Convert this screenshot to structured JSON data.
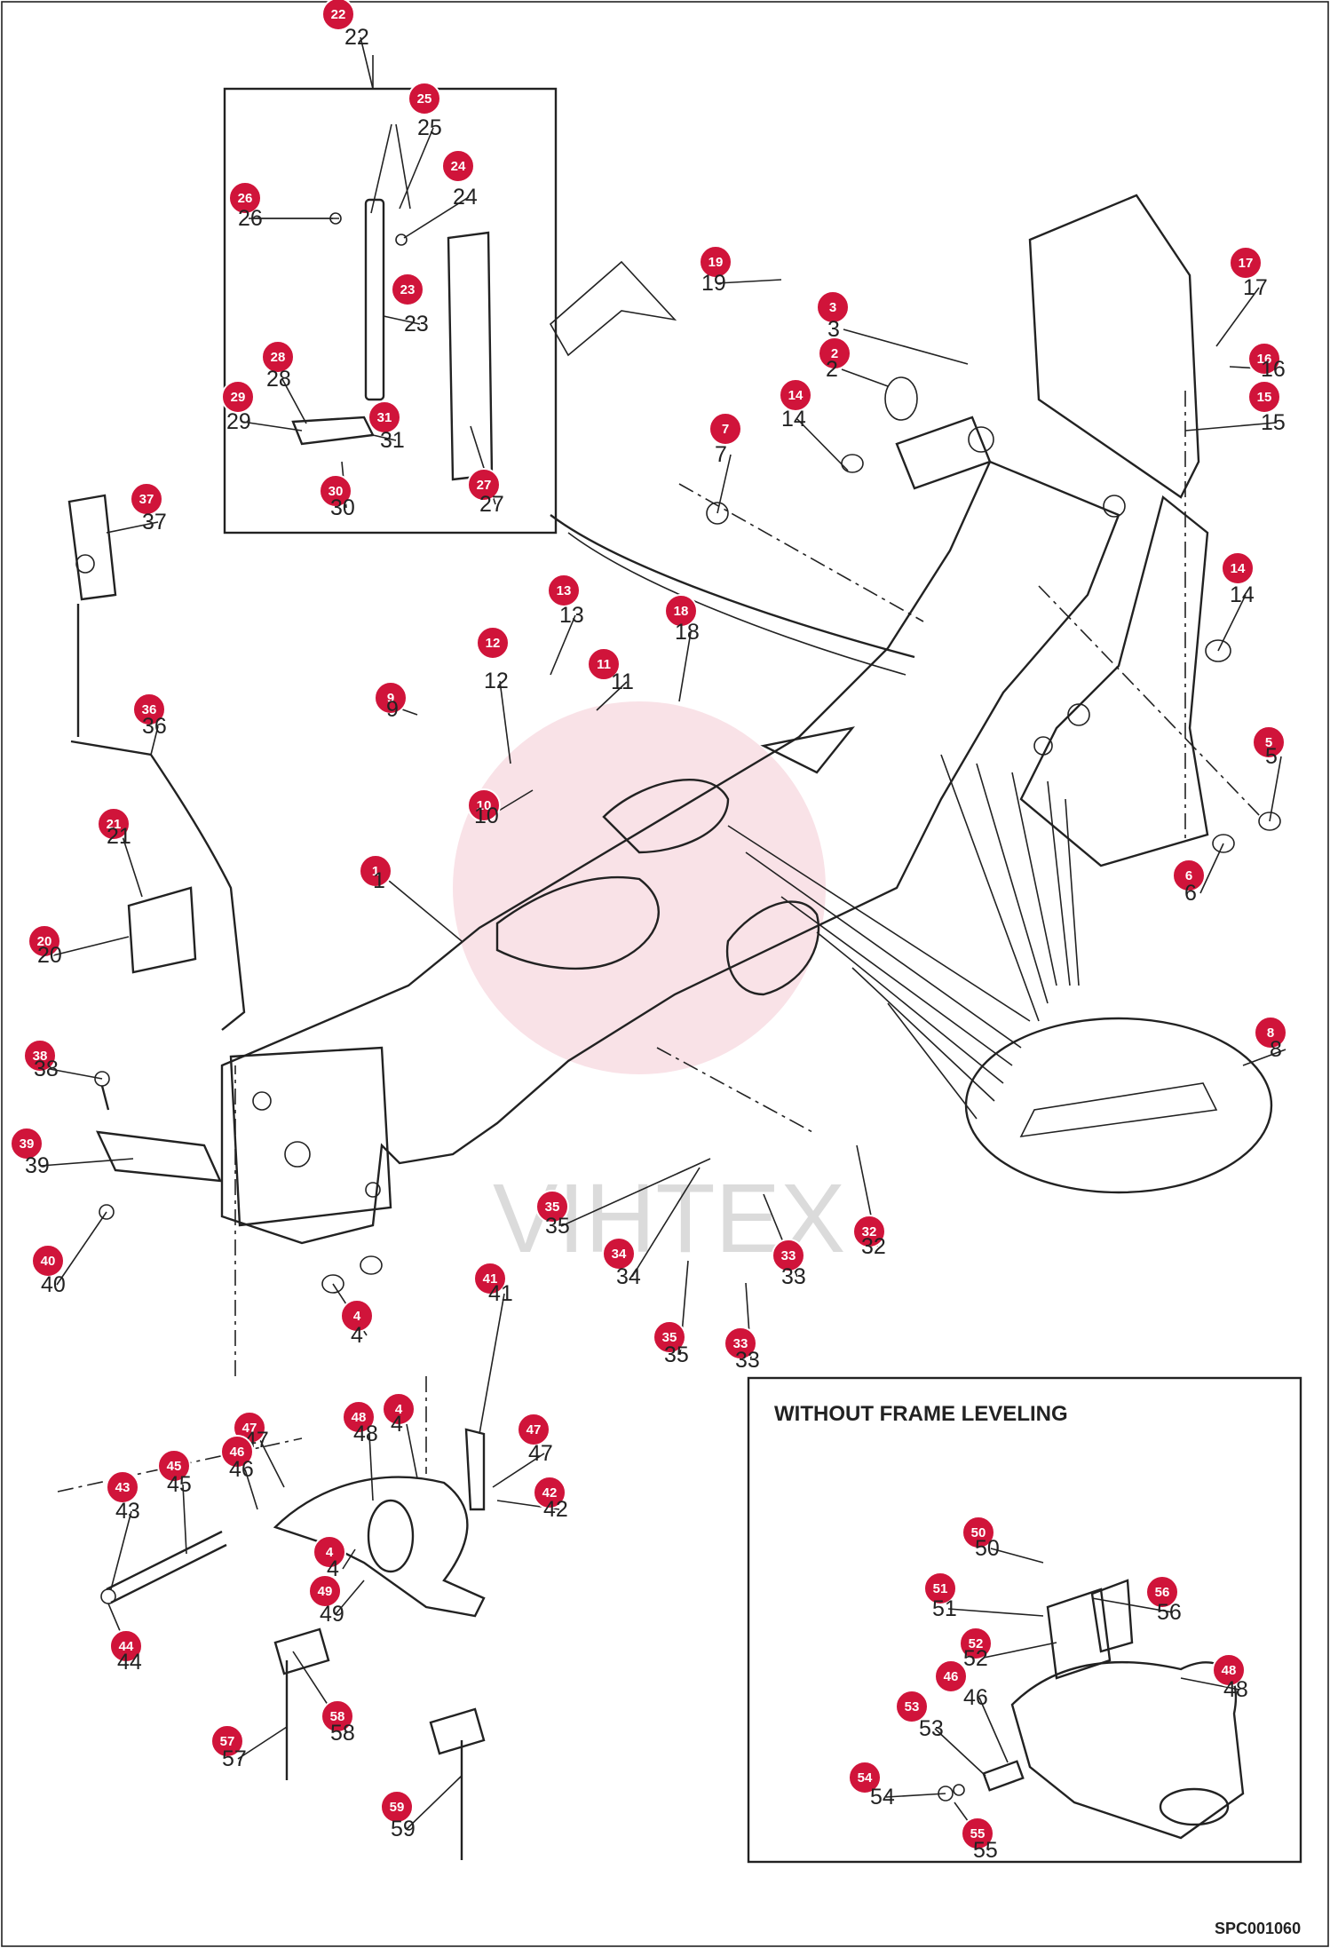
{
  "diagram_code": "SPC001060",
  "inset_title": "WITHOUT FRAME LEVELING",
  "watermark": "VIHTEX",
  "callouts": [
    {
      "number": "22",
      "label": "22"
    },
    {
      "number": "25",
      "label": "25"
    },
    {
      "number": "24",
      "label": "24"
    },
    {
      "number": "26",
      "label": "26"
    },
    {
      "number": "23",
      "label": "23"
    },
    {
      "number": "28",
      "label": "28"
    },
    {
      "number": "29",
      "label": "29"
    },
    {
      "number": "31",
      "label": "31"
    },
    {
      "number": "30",
      "label": "30"
    },
    {
      "number": "27",
      "label": "27"
    },
    {
      "number": "19",
      "label": "19"
    },
    {
      "number": "3",
      "label": "3"
    },
    {
      "number": "17",
      "label": "17"
    },
    {
      "number": "2",
      "label": "2"
    },
    {
      "number": "16",
      "label": "16"
    },
    {
      "number": "15",
      "label": "15"
    },
    {
      "number": "14",
      "label": "14"
    },
    {
      "number": "7",
      "label": "7"
    },
    {
      "number": "37",
      "label": "37"
    },
    {
      "number": "14",
      "label": "14"
    },
    {
      "number": "13",
      "label": "13"
    },
    {
      "number": "18",
      "label": "18"
    },
    {
      "number": "12",
      "label": "12"
    },
    {
      "number": "11",
      "label": "11"
    },
    {
      "number": "9",
      "label": "9"
    },
    {
      "number": "36",
      "label": "36"
    },
    {
      "number": "5",
      "label": "5"
    },
    {
      "number": "10",
      "label": "10"
    },
    {
      "number": "21",
      "label": "21"
    },
    {
      "number": "6",
      "label": "6"
    },
    {
      "number": "1",
      "label": "1"
    },
    {
      "number": "20",
      "label": "20"
    },
    {
      "number": "8",
      "label": "8"
    },
    {
      "number": "38",
      "label": "38"
    },
    {
      "number": "39",
      "label": "39"
    },
    {
      "number": "35",
      "label": "35"
    },
    {
      "number": "32",
      "label": "32"
    },
    {
      "number": "34",
      "label": "34"
    },
    {
      "number": "33",
      "label": "33"
    },
    {
      "number": "40",
      "label": "40"
    },
    {
      "number": "4",
      "label": "4"
    },
    {
      "number": "35",
      "label": "35"
    },
    {
      "number": "33",
      "label": "33"
    },
    {
      "number": "41",
      "label": "41"
    },
    {
      "number": "48",
      "label": "48"
    },
    {
      "number": "4",
      "label": "4"
    },
    {
      "number": "47",
      "label": "47"
    },
    {
      "number": "47",
      "label": "47"
    },
    {
      "number": "46",
      "label": "46"
    },
    {
      "number": "45",
      "label": "45"
    },
    {
      "number": "43",
      "label": "43"
    },
    {
      "number": "42",
      "label": "42"
    },
    {
      "number": "4",
      "label": "4"
    },
    {
      "number": "49",
      "label": "49"
    },
    {
      "number": "44",
      "label": "44"
    },
    {
      "number": "58",
      "label": "58"
    },
    {
      "number": "57",
      "label": "57"
    },
    {
      "number": "59",
      "label": "59"
    },
    {
      "number": "50",
      "label": "50"
    },
    {
      "number": "51",
      "label": "51"
    },
    {
      "number": "56",
      "label": "56"
    },
    {
      "number": "52",
      "label": "52"
    },
    {
      "number": "46",
      "label": "46"
    },
    {
      "number": "53",
      "label": "53"
    },
    {
      "number": "48",
      "label": "48"
    },
    {
      "number": "54",
      "label": "54"
    },
    {
      "number": "55",
      "label": "55"
    }
  ]
}
